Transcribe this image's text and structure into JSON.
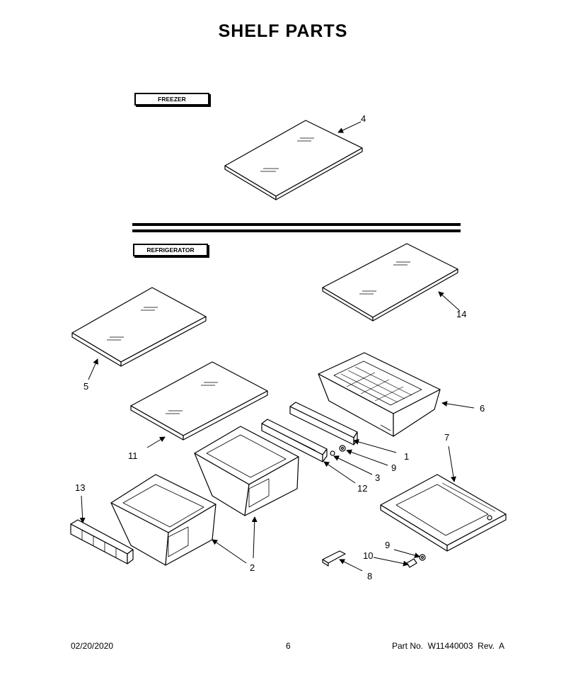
{
  "page": {
    "title": "SHELF PARTS",
    "sections": {
      "freezer": "FREEZER",
      "refrigerator": "REFRIGERATOR"
    },
    "callouts": [
      "4",
      "14",
      "5",
      "6",
      "11",
      "1",
      "9",
      "3",
      "7",
      "12",
      "13",
      "2",
      "9",
      "10",
      "8"
    ],
    "footer": {
      "date": "02/20/2020",
      "page_number": "6",
      "part_info": "Part No.  W11440003  Rev.  A"
    }
  }
}
